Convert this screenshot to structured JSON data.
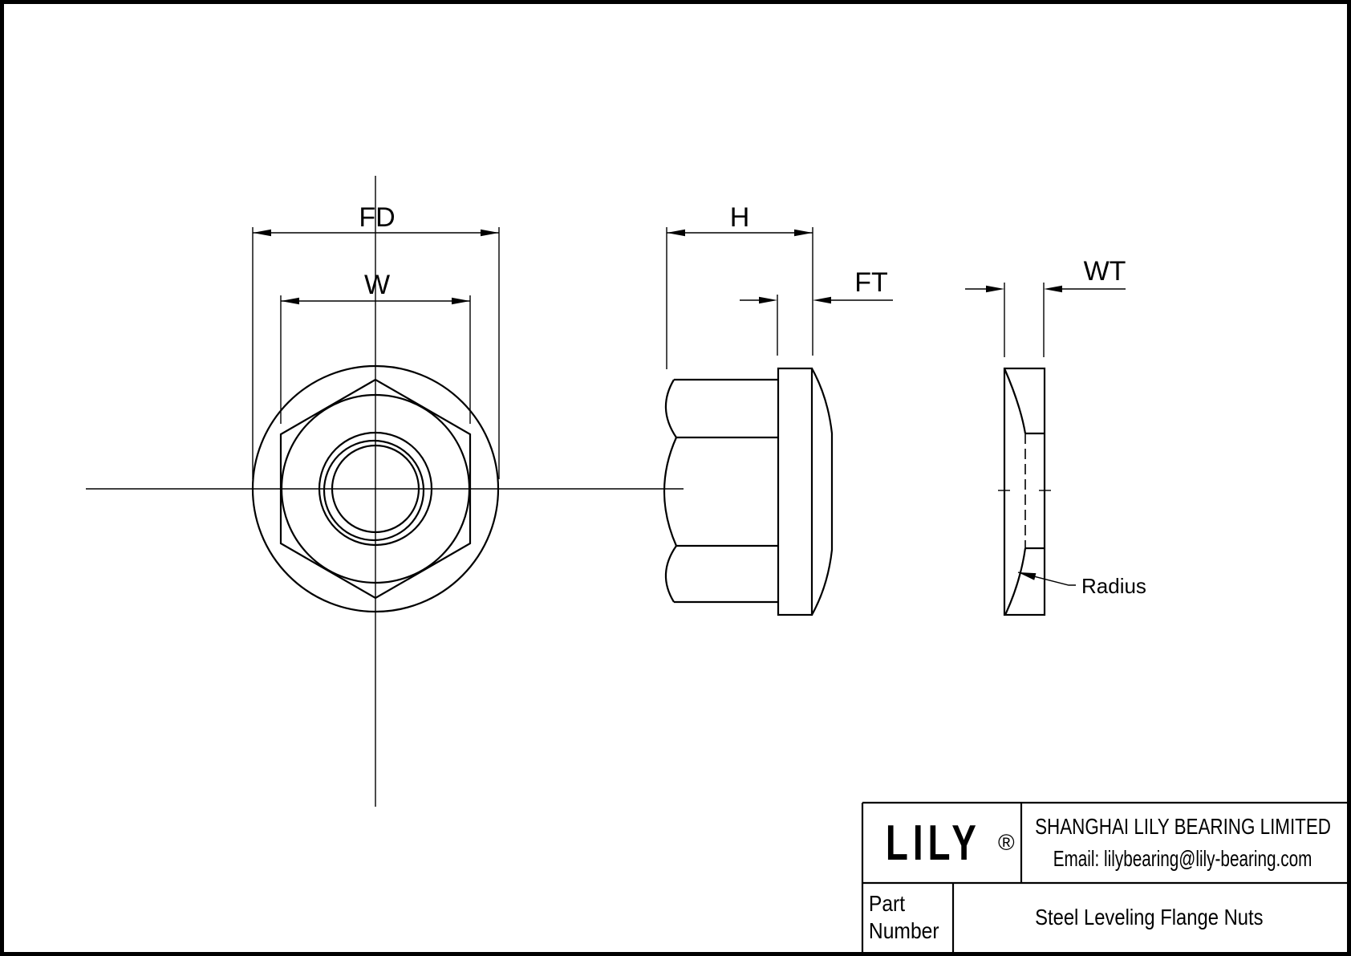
{
  "colors": {
    "ink": "#000000",
    "paper": "#ffffff"
  },
  "dimensions": {
    "fd": "FD",
    "w": "W",
    "h": "H",
    "ft": "FT",
    "wt": "WT",
    "radius_note": "Radius"
  },
  "title_block": {
    "logo": "LILY",
    "registered_mark": "®",
    "company": "SHANGHAI LILY BEARING LIMITED",
    "email": "Email: lilybearing@lily-bearing.com",
    "part_number_label": "Part Number",
    "part_title": "Steel Leveling Flange Nuts"
  }
}
